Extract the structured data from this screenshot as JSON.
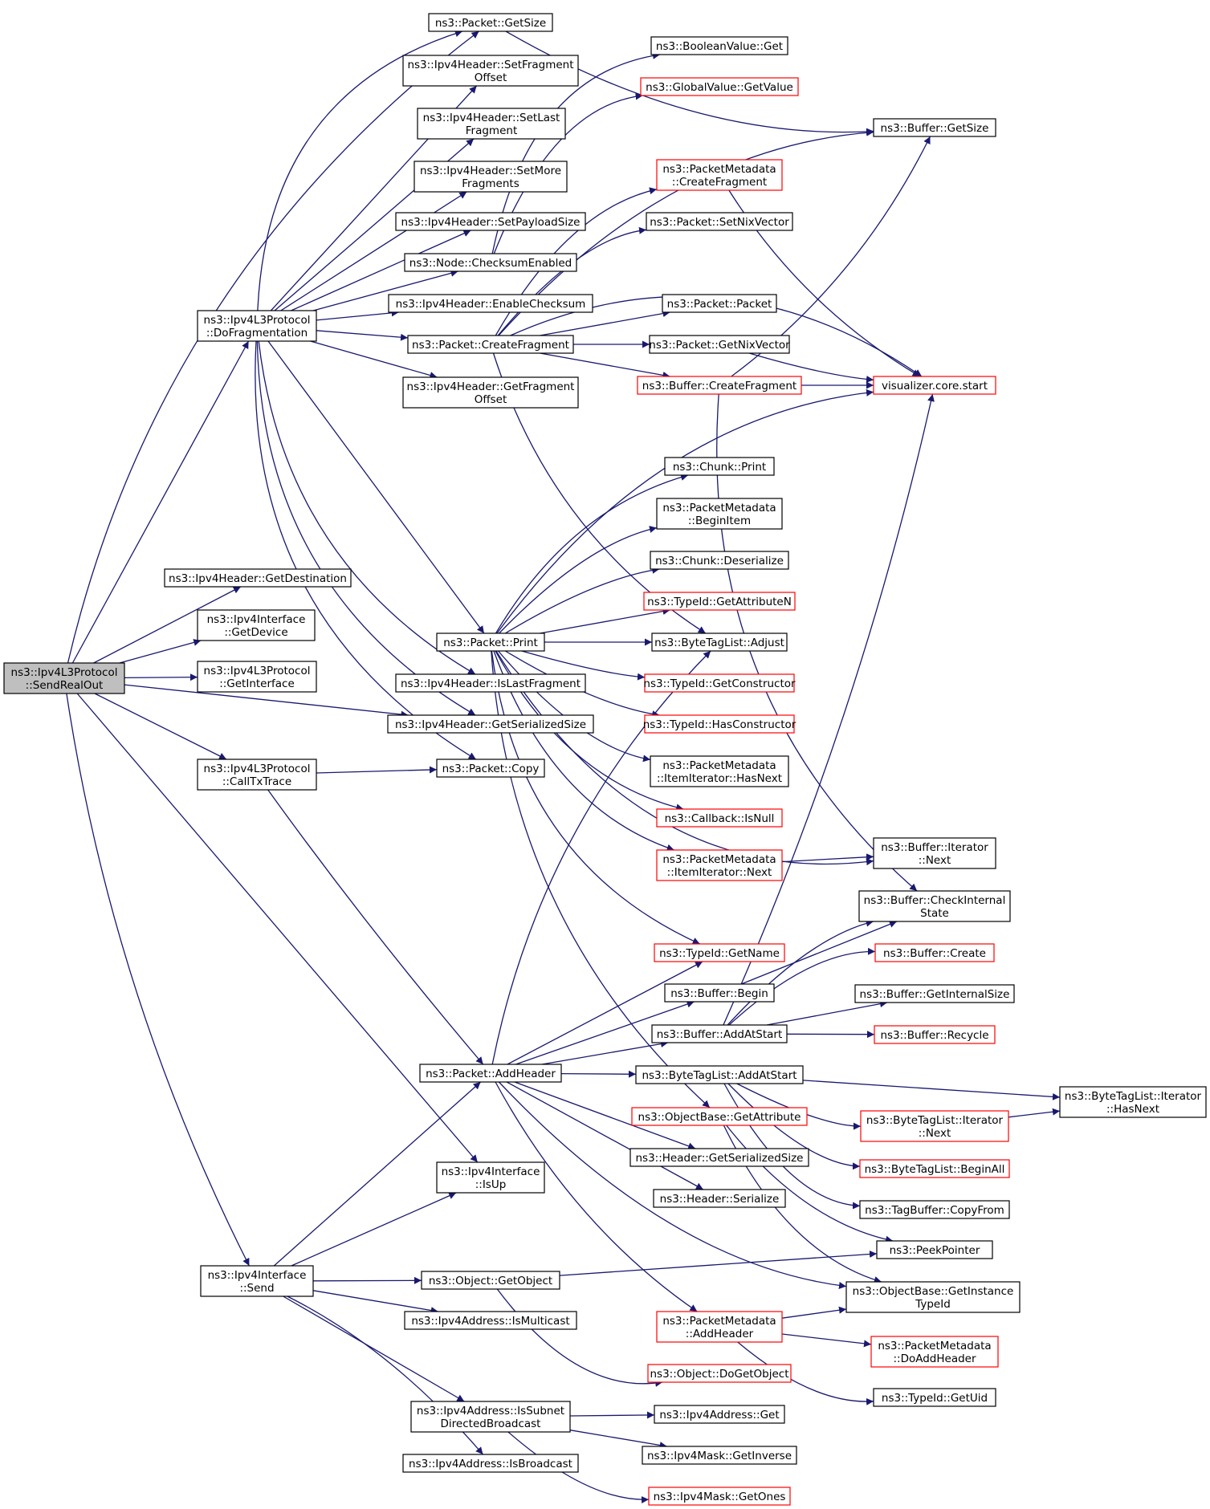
{
  "colors": {
    "edge": "#191970",
    "normal_border": "#000000",
    "truncated_border": "#ff0000",
    "root_fill": "#bfbfbf"
  },
  "nodes": [
    {
      "id": "root",
      "lines": [
        "ns3::Ipv4L3Protocol",
        "::SendRealOut"
      ],
      "style": "root"
    },
    {
      "id": "dofrag",
      "lines": [
        "ns3::Ipv4L3Protocol",
        "::DoFragmentation"
      ],
      "style": "black"
    },
    {
      "id": "getdest",
      "lines": [
        "ns3::Ipv4Header::GetDestination"
      ],
      "style": "black"
    },
    {
      "id": "ifgetdev",
      "lines": [
        "ns3::Ipv4Interface",
        "::GetDevice"
      ],
      "style": "black"
    },
    {
      "id": "l3getif",
      "lines": [
        "ns3::Ipv4L3Protocol",
        "::GetInterface"
      ],
      "style": "black"
    },
    {
      "id": "calltx",
      "lines": [
        "ns3::Ipv4L3Protocol",
        "::CallTxTrace"
      ],
      "style": "black"
    },
    {
      "id": "ifsend",
      "lines": [
        "ns3::Ipv4Interface",
        "::Send"
      ],
      "style": "black"
    },
    {
      "id": "pktsize",
      "lines": [
        "ns3::Packet::GetSize"
      ],
      "style": "black"
    },
    {
      "id": "setfragoff",
      "lines": [
        "ns3::Ipv4Header::SetFragment",
        "Offset"
      ],
      "style": "black"
    },
    {
      "id": "setlast",
      "lines": [
        "ns3::Ipv4Header::SetLast",
        "Fragment"
      ],
      "style": "black"
    },
    {
      "id": "setmore",
      "lines": [
        "ns3::Ipv4Header::SetMore",
        "Fragments"
      ],
      "style": "black"
    },
    {
      "id": "setpayload",
      "lines": [
        "ns3::Ipv4Header::SetPayloadSize"
      ],
      "style": "black"
    },
    {
      "id": "cksumen",
      "lines": [
        "ns3::Node::ChecksumEnabled"
      ],
      "style": "black"
    },
    {
      "id": "enablecksum",
      "lines": [
        "ns3::Ipv4Header::EnableChecksum"
      ],
      "style": "black"
    },
    {
      "id": "createfrag",
      "lines": [
        "ns3::Packet::CreateFragment"
      ],
      "style": "black"
    },
    {
      "id": "getfragoff",
      "lines": [
        "ns3::Ipv4Header::GetFragment",
        "Offset"
      ],
      "style": "black"
    },
    {
      "id": "print",
      "lines": [
        "ns3::Packet::Print"
      ],
      "style": "black"
    },
    {
      "id": "islast",
      "lines": [
        "ns3::Ipv4Header::IsLastFragment"
      ],
      "style": "black"
    },
    {
      "id": "getser",
      "lines": [
        "ns3::Ipv4Header::GetSerializedSize"
      ],
      "style": "black"
    },
    {
      "id": "copy",
      "lines": [
        "ns3::Packet::Copy"
      ],
      "style": "black"
    },
    {
      "id": "addheader",
      "lines": [
        "ns3::Packet::AddHeader"
      ],
      "style": "black"
    },
    {
      "id": "isup",
      "lines": [
        "ns3::Ipv4Interface",
        "::IsUp"
      ],
      "style": "black"
    },
    {
      "id": "getobject",
      "lines": [
        "ns3::Object::GetObject"
      ],
      "style": "black"
    },
    {
      "id": "ismulticast",
      "lines": [
        "ns3::Ipv4Address::IsMulticast"
      ],
      "style": "black"
    },
    {
      "id": "issubnet",
      "lines": [
        "ns3::Ipv4Address::IsSubnet",
        "DirectedBroadcast"
      ],
      "style": "black"
    },
    {
      "id": "isbroadcast",
      "lines": [
        "ns3::Ipv4Address::IsBroadcast"
      ],
      "style": "black"
    },
    {
      "id": "boolget",
      "lines": [
        "ns3::BooleanValue::Get"
      ],
      "style": "black"
    },
    {
      "id": "globalget",
      "lines": [
        "ns3::GlobalValue::GetValue"
      ],
      "style": "red"
    },
    {
      "id": "pmcreatefrag",
      "lines": [
        "ns3::PacketMetadata",
        "::CreateFragment"
      ],
      "style": "red"
    },
    {
      "id": "setnix",
      "lines": [
        "ns3::Packet::SetNixVector"
      ],
      "style": "black"
    },
    {
      "id": "pktpkt",
      "lines": [
        "ns3::Packet::Packet"
      ],
      "style": "black"
    },
    {
      "id": "getnix",
      "lines": [
        "ns3::Packet::GetNixVector"
      ],
      "style": "black"
    },
    {
      "id": "bufcreatefrag",
      "lines": [
        "ns3::Buffer::CreateFragment"
      ],
      "style": "red"
    },
    {
      "id": "chunkprint",
      "lines": [
        "ns3::Chunk::Print"
      ],
      "style": "black"
    },
    {
      "id": "pmbegin",
      "lines": [
        "ns3::PacketMetadata",
        "::BeginItem"
      ],
      "style": "black"
    },
    {
      "id": "chunkdeser",
      "lines": [
        "ns3::Chunk::Deserialize"
      ],
      "style": "black"
    },
    {
      "id": "getattrn",
      "lines": [
        "ns3::TypeId::GetAttributeN"
      ],
      "style": "red"
    },
    {
      "id": "btladjust",
      "lines": [
        "ns3::ByteTagList::Adjust"
      ],
      "style": "black"
    },
    {
      "id": "getctor",
      "lines": [
        "ns3::TypeId::GetConstructor"
      ],
      "style": "red"
    },
    {
      "id": "hasctor",
      "lines": [
        "ns3::TypeId::HasConstructor"
      ],
      "style": "red"
    },
    {
      "id": "pmhasnext",
      "lines": [
        "ns3::PacketMetadata",
        "::ItemIterator::HasNext"
      ],
      "style": "black"
    },
    {
      "id": "cbisnull",
      "lines": [
        "ns3::Callback::IsNull"
      ],
      "style": "red"
    },
    {
      "id": "pmnext",
      "lines": [
        "ns3::PacketMetadata",
        "::ItemIterator::Next"
      ],
      "style": "red"
    },
    {
      "id": "getname",
      "lines": [
        "ns3::TypeId::GetName"
      ],
      "style": "red"
    },
    {
      "id": "bufbegin",
      "lines": [
        "ns3::Buffer::Begin"
      ],
      "style": "black"
    },
    {
      "id": "bufaddstart",
      "lines": [
        "ns3::Buffer::AddAtStart"
      ],
      "style": "black"
    },
    {
      "id": "btladdstart",
      "lines": [
        "ns3::ByteTagList::AddAtStart"
      ],
      "style": "black"
    },
    {
      "id": "getattribute",
      "lines": [
        "ns3::ObjectBase::GetAttribute"
      ],
      "style": "red"
    },
    {
      "id": "hdrgetser",
      "lines": [
        "ns3::Header::GetSerializedSize"
      ],
      "style": "black"
    },
    {
      "id": "hdrser",
      "lines": [
        "ns3::Header::Serialize"
      ],
      "style": "black"
    },
    {
      "id": "pmaddheader",
      "lines": [
        "ns3::PacketMetadata",
        "::AddHeader"
      ],
      "style": "red"
    },
    {
      "id": "dogetobj",
      "lines": [
        "ns3::Object::DoGetObject"
      ],
      "style": "red"
    },
    {
      "id": "ipv4addrget",
      "lines": [
        "ns3::Ipv4Address::Get"
      ],
      "style": "black"
    },
    {
      "id": "maskinv",
      "lines": [
        "ns3::Ipv4Mask::GetInverse"
      ],
      "style": "black"
    },
    {
      "id": "maskones",
      "lines": [
        "ns3::Ipv4Mask::GetOnes"
      ],
      "style": "red"
    },
    {
      "id": "bufsize",
      "lines": [
        "ns3::Buffer::GetSize"
      ],
      "style": "black"
    },
    {
      "id": "vizstart",
      "lines": [
        "visualizer.core.start"
      ],
      "style": "red"
    },
    {
      "id": "bufitnext",
      "lines": [
        "ns3::Buffer::Iterator",
        "::Next"
      ],
      "style": "black"
    },
    {
      "id": "bufcheck",
      "lines": [
        "ns3::Buffer::CheckInternal",
        "State"
      ],
      "style": "black"
    },
    {
      "id": "bufcreate",
      "lines": [
        "ns3::Buffer::Create"
      ],
      "style": "red"
    },
    {
      "id": "bufintsize",
      "lines": [
        "ns3::Buffer::GetInternalSize"
      ],
      "style": "black"
    },
    {
      "id": "bufrecycle",
      "lines": [
        "ns3::Buffer::Recycle"
      ],
      "style": "red"
    },
    {
      "id": "btlitnext",
      "lines": [
        "ns3::ByteTagList::Iterator",
        "::Next"
      ],
      "style": "red"
    },
    {
      "id": "btlbeginall",
      "lines": [
        "ns3::ByteTagList::BeginAll"
      ],
      "style": "red"
    },
    {
      "id": "tagcopy",
      "lines": [
        "ns3::TagBuffer::CopyFrom"
      ],
      "style": "black"
    },
    {
      "id": "peekptr",
      "lines": [
        "ns3::PeekPointer"
      ],
      "style": "black"
    },
    {
      "id": "getinsttype",
      "lines": [
        "ns3::ObjectBase::GetInstance",
        "TypeId"
      ],
      "style": "black"
    },
    {
      "id": "pmdoadd",
      "lines": [
        "ns3::PacketMetadata",
        "::DoAddHeader"
      ],
      "style": "red"
    },
    {
      "id": "getuid",
      "lines": [
        "ns3::TypeId::GetUid"
      ],
      "style": "black"
    },
    {
      "id": "btlithasnext",
      "lines": [
        "ns3::ByteTagList::Iterator",
        "::HasNext"
      ],
      "style": "black"
    }
  ],
  "edges": [
    [
      "root",
      "pktsize"
    ],
    [
      "root",
      "dofrag"
    ],
    [
      "root",
      "getdest"
    ],
    [
      "root",
      "ifgetdev"
    ],
    [
      "root",
      "l3getif"
    ],
    [
      "root",
      "getser"
    ],
    [
      "root",
      "calltx"
    ],
    [
      "root",
      "isup"
    ],
    [
      "root",
      "ifsend"
    ],
    [
      "dofrag",
      "pktsize"
    ],
    [
      "dofrag",
      "setfragoff"
    ],
    [
      "dofrag",
      "setlast"
    ],
    [
      "dofrag",
      "setmore"
    ],
    [
      "dofrag",
      "setpayload"
    ],
    [
      "dofrag",
      "cksumen"
    ],
    [
      "dofrag",
      "enablecksum"
    ],
    [
      "dofrag",
      "createfrag"
    ],
    [
      "dofrag",
      "getfragoff"
    ],
    [
      "dofrag",
      "print"
    ],
    [
      "dofrag",
      "islast"
    ],
    [
      "dofrag",
      "getser"
    ],
    [
      "dofrag",
      "copy"
    ],
    [
      "calltx",
      "copy"
    ],
    [
      "calltx",
      "addheader"
    ],
    [
      "ifsend",
      "addheader"
    ],
    [
      "ifsend",
      "isup"
    ],
    [
      "ifsend",
      "getobject"
    ],
    [
      "ifsend",
      "ismulticast"
    ],
    [
      "ifsend",
      "issubnet"
    ],
    [
      "ifsend",
      "isbroadcast"
    ],
    [
      "pktsize",
      "bufsize"
    ],
    [
      "cksumen",
      "boolget"
    ],
    [
      "cksumen",
      "globalget"
    ],
    [
      "createfrag",
      "bufsize"
    ],
    [
      "createfrag",
      "pmcreatefrag"
    ],
    [
      "createfrag",
      "setnix"
    ],
    [
      "createfrag",
      "vizstart"
    ],
    [
      "createfrag",
      "pktpkt"
    ],
    [
      "createfrag",
      "getnix"
    ],
    [
      "createfrag",
      "bufcreatefrag"
    ],
    [
      "createfrag",
      "btladjust"
    ],
    [
      "pmcreatefrag",
      "vizstart"
    ],
    [
      "getnix",
      "vizstart"
    ],
    [
      "bufcreatefrag",
      "bufsize"
    ],
    [
      "bufcreatefrag",
      "vizstart"
    ],
    [
      "bufcreatefrag",
      "bufcheck"
    ],
    [
      "print",
      "vizstart"
    ],
    [
      "print",
      "chunkprint"
    ],
    [
      "print",
      "pmbegin"
    ],
    [
      "print",
      "chunkdeser"
    ],
    [
      "print",
      "getattrn"
    ],
    [
      "print",
      "btladjust"
    ],
    [
      "print",
      "getctor"
    ],
    [
      "print",
      "hasctor"
    ],
    [
      "print",
      "pmhasnext"
    ],
    [
      "print",
      "cbisnull"
    ],
    [
      "print",
      "pmnext"
    ],
    [
      "print",
      "bufitnext"
    ],
    [
      "print",
      "getname"
    ],
    [
      "print",
      "getattribute"
    ],
    [
      "pmnext",
      "bufitnext"
    ],
    [
      "addheader",
      "btladjust"
    ],
    [
      "addheader",
      "getname"
    ],
    [
      "addheader",
      "bufbegin"
    ],
    [
      "addheader",
      "bufaddstart"
    ],
    [
      "addheader",
      "btladdstart"
    ],
    [
      "addheader",
      "hdrgetser"
    ],
    [
      "addheader",
      "hdrser"
    ],
    [
      "addheader",
      "getinsttype"
    ],
    [
      "addheader",
      "pmaddheader"
    ],
    [
      "bufbegin",
      "bufcheck"
    ],
    [
      "bufaddstart",
      "vizstart"
    ],
    [
      "bufaddstart",
      "bufcheck"
    ],
    [
      "bufaddstart",
      "bufcreate"
    ],
    [
      "bufaddstart",
      "bufintsize"
    ],
    [
      "bufaddstart",
      "bufrecycle"
    ],
    [
      "btladdstart",
      "btlithasnext"
    ],
    [
      "btladdstart",
      "btlitnext"
    ],
    [
      "btladdstart",
      "btlbeginall"
    ],
    [
      "btladdstart",
      "tagcopy"
    ],
    [
      "btlitnext",
      "btlithasnext"
    ],
    [
      "getattribute",
      "peekptr"
    ],
    [
      "getattribute",
      "getinsttype"
    ],
    [
      "getobject",
      "peekptr"
    ],
    [
      "getobject",
      "dogetobj"
    ],
    [
      "pmaddheader",
      "getinsttype"
    ],
    [
      "pmaddheader",
      "pmdoadd"
    ],
    [
      "pmaddheader",
      "getuid"
    ],
    [
      "issubnet",
      "ipv4addrget"
    ],
    [
      "issubnet",
      "maskinv"
    ],
    [
      "issubnet",
      "maskones"
    ]
  ]
}
